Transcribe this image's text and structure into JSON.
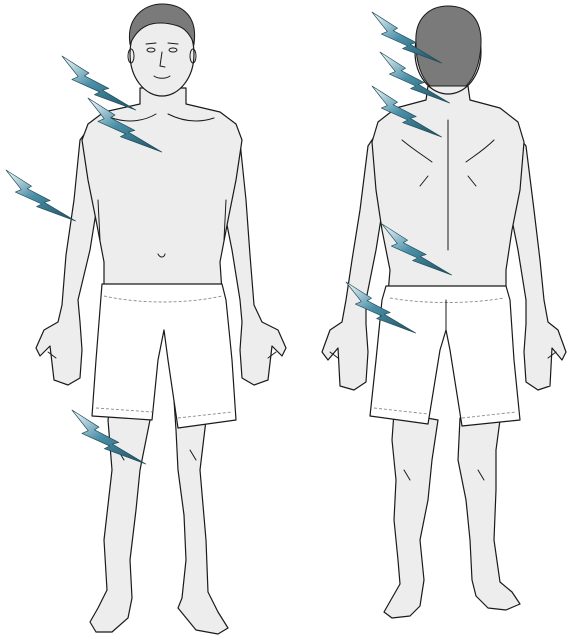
{
  "colors": {
    "background": "#ffffff",
    "skin": "#ededed",
    "outline": "#1a1a1a",
    "hair": "#7a7a7a",
    "shorts": "#ffffff",
    "bolt_light": "#ffffff",
    "bolt_dark": "#1f4e5c",
    "bolt_accent": "#4a8fa8"
  },
  "figures": [
    {
      "view": "front",
      "icon": "human-body-front-icon"
    },
    {
      "view": "back",
      "icon": "human-body-back-icon"
    }
  ],
  "pain_markers": {
    "icon": "lightning-bolt-icon",
    "front_sites": [
      "neck",
      "shoulder",
      "upper-arm",
      "knee"
    ],
    "back_sites": [
      "head",
      "upper-neck",
      "lower-neck",
      "lower-back",
      "hip"
    ]
  }
}
